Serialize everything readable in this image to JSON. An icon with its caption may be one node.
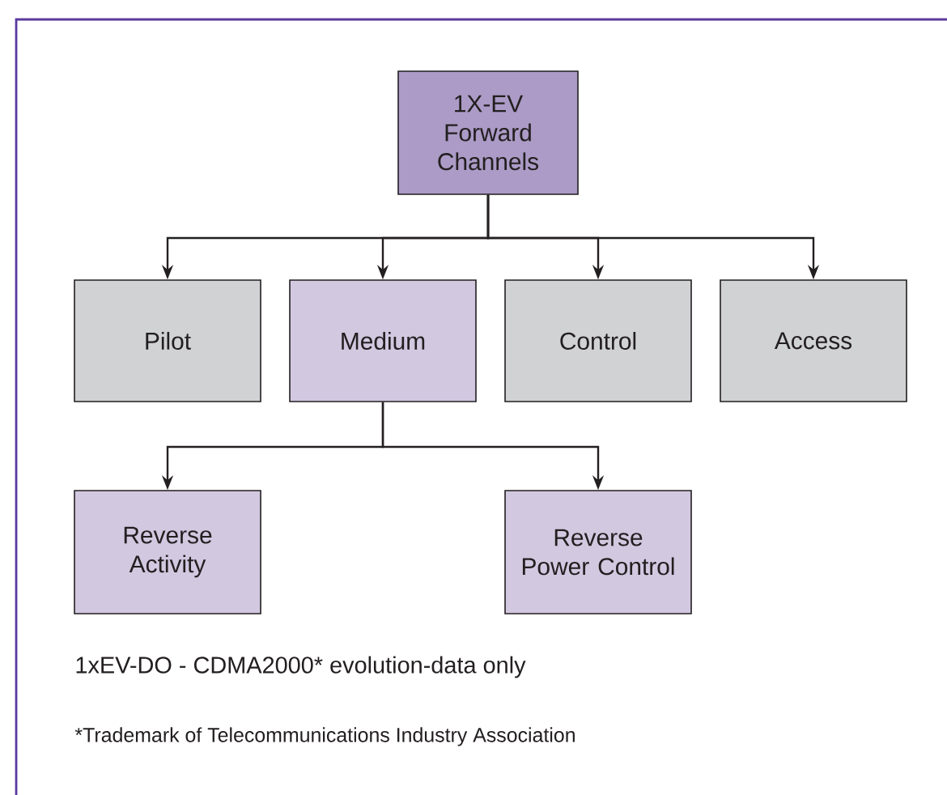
{
  "diagram": {
    "nodes": [
      {
        "text": [
          "1X-EV Forward Channels"
        ]
      },
      {
        "text": [
          "Pilot"
        ]
      },
      {
        "text": [
          "Medium"
        ]
      },
      {
        "text": [
          "Control"
        ]
      },
      {
        "text": [
          "Access"
        ]
      },
      {
        "text": [
          "Reverse Activity"
        ]
      },
      {
        "text": [
          "Reverse Power Control"
        ]
      }
    ],
    "edges": [
      {
        "from": 0,
        "to": 1,
        "arrow": "to"
      },
      {
        "from": 0,
        "to": 2,
        "arrow": "to"
      },
      {
        "from": 0,
        "to": 3,
        "arrow": "to"
      },
      {
        "from": 0,
        "to": 4,
        "arrow": "to"
      },
      {
        "from": 2,
        "to": 5,
        "arrow": "to"
      },
      {
        "from": 2,
        "to": 6,
        "arrow": "to"
      }
    ],
    "labels": [
      "1xEV-DO - CDMA2000* evolution-data only",
      "*Trademark of Telecommunications Industry Association"
    ]
  }
}
